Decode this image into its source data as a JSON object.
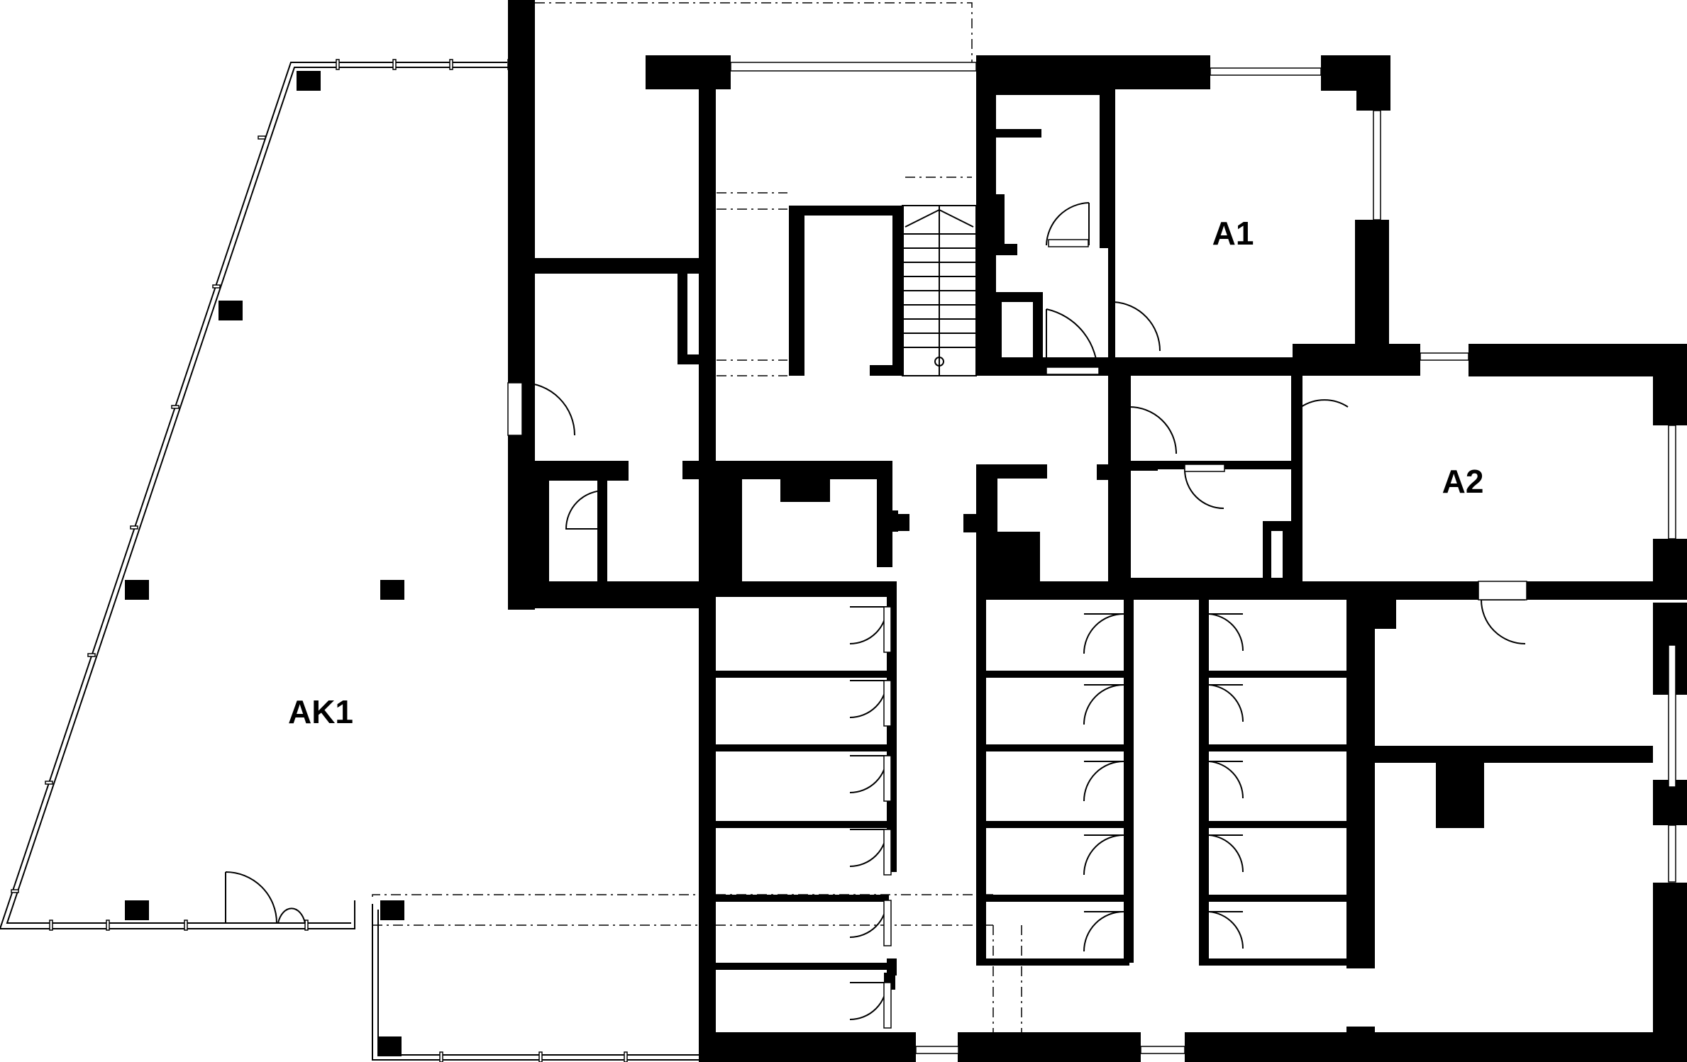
{
  "rooms": {
    "a1": "A1",
    "a2": "A2",
    "ak1": "AK1"
  }
}
